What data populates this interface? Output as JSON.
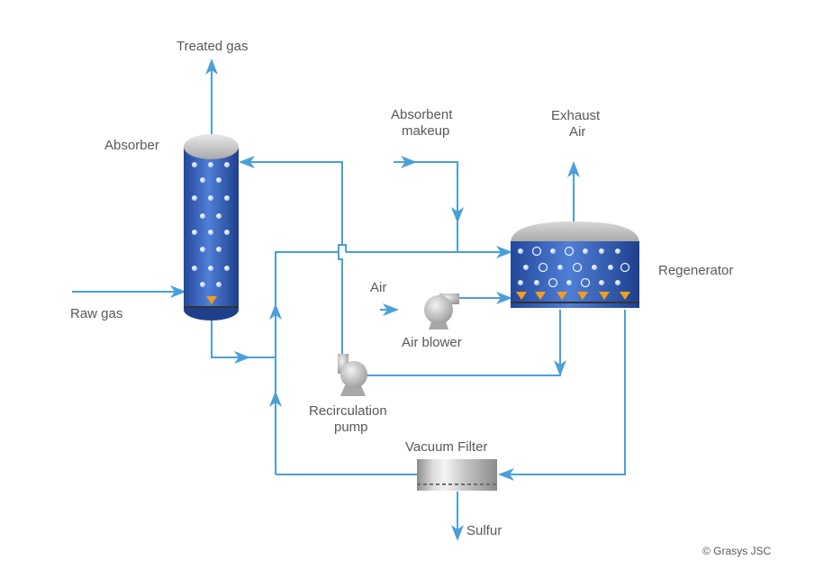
{
  "labels": {
    "treated_gas": "Treated gas",
    "absorber": "Absorber",
    "raw_gas": "Raw gas",
    "absorbent_makeup_line1": "Absorbent",
    "absorbent_makeup_line2": "makeup",
    "exhaust_air_line1": "Exhaust",
    "exhaust_air_line2": "Air",
    "regenerator": "Regenerator",
    "air": "Air",
    "air_blower": "Air blower",
    "recirculation_pump_line1": "Recirculation",
    "recirculation_pump_line2": "pump",
    "vacuum_filter": "Vacuum Filter",
    "sulfur": "Sulfur"
  },
  "copyright": "© Grasys JSC",
  "colors": {
    "pipe": "#4a9fd8",
    "vessel_blue": "#2f5db0",
    "vessel_cap": "#b8b8b8",
    "indicator": "#f39c1f",
    "text": "#595959"
  }
}
